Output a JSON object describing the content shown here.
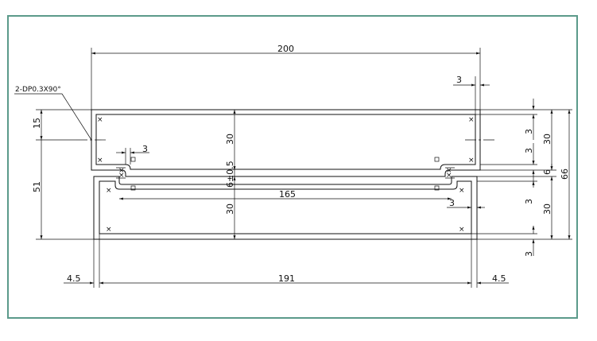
{
  "drawing": {
    "frame_color": "#5b9a8a",
    "line_color": "#111111",
    "note_label": "2-DP0.3X90°",
    "hole_mark": "×",
    "dims": {
      "overall_width": "200",
      "inner_span": "191",
      "center_span": "165",
      "left_offset": "4.5",
      "right_offset": "4.5",
      "top_right_3": "3",
      "left_small_3": "3",
      "right_small_3": "3",
      "left_15": "15",
      "left_51": "51",
      "center_30_upper": "30",
      "center_gap": "6±0.5",
      "center_30_lower": "30",
      "right_3_a": "3",
      "right_3_b": "3",
      "right_6": "6",
      "right_3_c": "3",
      "right_3_d": "3",
      "right_30_upper": "30",
      "right_30_lower": "30",
      "right_66": "66"
    }
  }
}
